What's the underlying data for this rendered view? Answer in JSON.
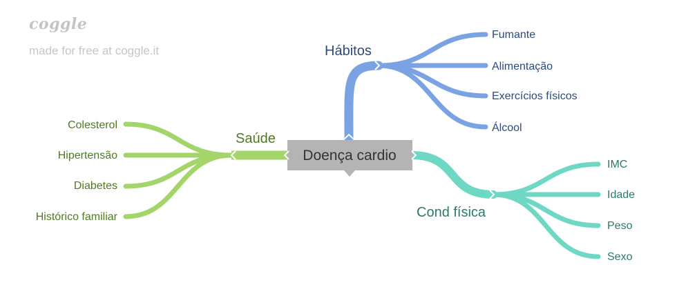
{
  "watermark": {
    "logo": "coggle",
    "tagline": "made for free at coggle.it"
  },
  "mindmap": {
    "central": {
      "label": "Doença cardio",
      "fill": "#b4b4b4",
      "text_color": "#333333"
    },
    "branches": {
      "habitos": {
        "label": "Hábitos",
        "color": "#7ba3e3",
        "text_color": "#2c4a7c",
        "leaves": [
          "Fumante",
          "Alimentação",
          "Exercícios físicos",
          "Álcool"
        ]
      },
      "saude": {
        "label": "Saúde",
        "color": "#a3d56b",
        "text_color": "#4e7a22",
        "leaves": [
          "Colesterol",
          "Hipertensão",
          "Diabetes",
          "Histórico familiar"
        ]
      },
      "cond": {
        "label": "Cond física",
        "color": "#6fd8c4",
        "text_color": "#2a7a6a",
        "leaves": [
          "IMC",
          "Idade",
          "Peso",
          "Sexo"
        ]
      }
    }
  }
}
